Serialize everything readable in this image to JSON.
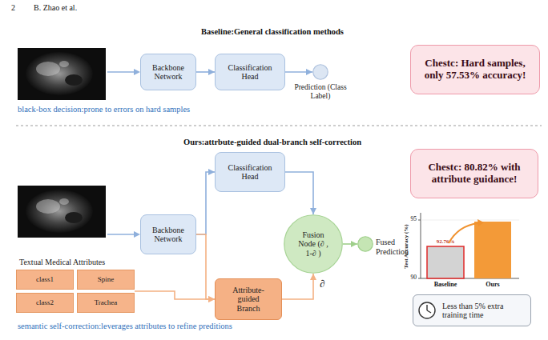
{
  "diagram": {
    "nodes": [
      {
        "text": [
          "Backbone Network"
        ]
      },
      {
        "text": [
          "Classification Head"
        ]
      },
      {
        "text": [
          "Prediction (Class Label)"
        ]
      },
      {
        "text": [
          "Chestc: Hard samples, only 57.53% accuracy!"
        ]
      },
      {
        "text": [
          "Classification Head"
        ]
      },
      {
        "text": [
          "Chestc: 80.82% with attribute guidance!"
        ]
      },
      {
        "text": [
          "Backbone Network"
        ]
      },
      {
        "text": [
          "Fusion Node (∂ , 1-∂ )"
        ]
      },
      {
        "text": [
          "Fused Prediction"
        ]
      },
      {
        "text": [
          "Textual Medical Attributes"
        ]
      },
      {
        "text": [
          "class1"
        ],
        "in": 9
      },
      {
        "text": [
          "Spine"
        ],
        "in": 9
      },
      {
        "text": [
          "class2"
        ],
        "in": 9
      },
      {
        "text": [
          "Trachea"
        ],
        "in": 9
      },
      {
        "text": [
          "Attribute-guided Branch"
        ]
      },
      {
        "text": [
          "Less than 5% extra training time"
        ]
      }
    ],
    "edges": [
      {
        "from": 0,
        "to": 1,
        "arrow": "to"
      },
      {
        "from": 1,
        "to": 2,
        "arrow": "to"
      },
      {
        "from": 6,
        "to": 4,
        "arrow": "to"
      },
      {
        "from": 6,
        "to": 14,
        "arrow": "to"
      },
      {
        "from": 9,
        "to": 14,
        "arrow": "to"
      },
      {
        "from": 4,
        "to": 7,
        "arrow": "to"
      },
      {
        "from": 14,
        "to": 7,
        "label": "∂",
        "arrow": "to"
      },
      {
        "from": 7,
        "to": 8,
        "arrow": "to"
      }
    ],
    "labels": [
      "2",
      "B. Zhao et al.",
      "Baseline:General classification methods",
      "black-box decision:prone to errors on hard samples",
      "Ours:attrbute-guided dual-branch self-correction",
      "95",
      "90",
      "Test Accuracy (%)",
      "92.76%",
      "94.89%",
      "Baseline",
      "Ours",
      "semantic self-correction:leverages attributes to refine preditions"
    ]
  }
}
